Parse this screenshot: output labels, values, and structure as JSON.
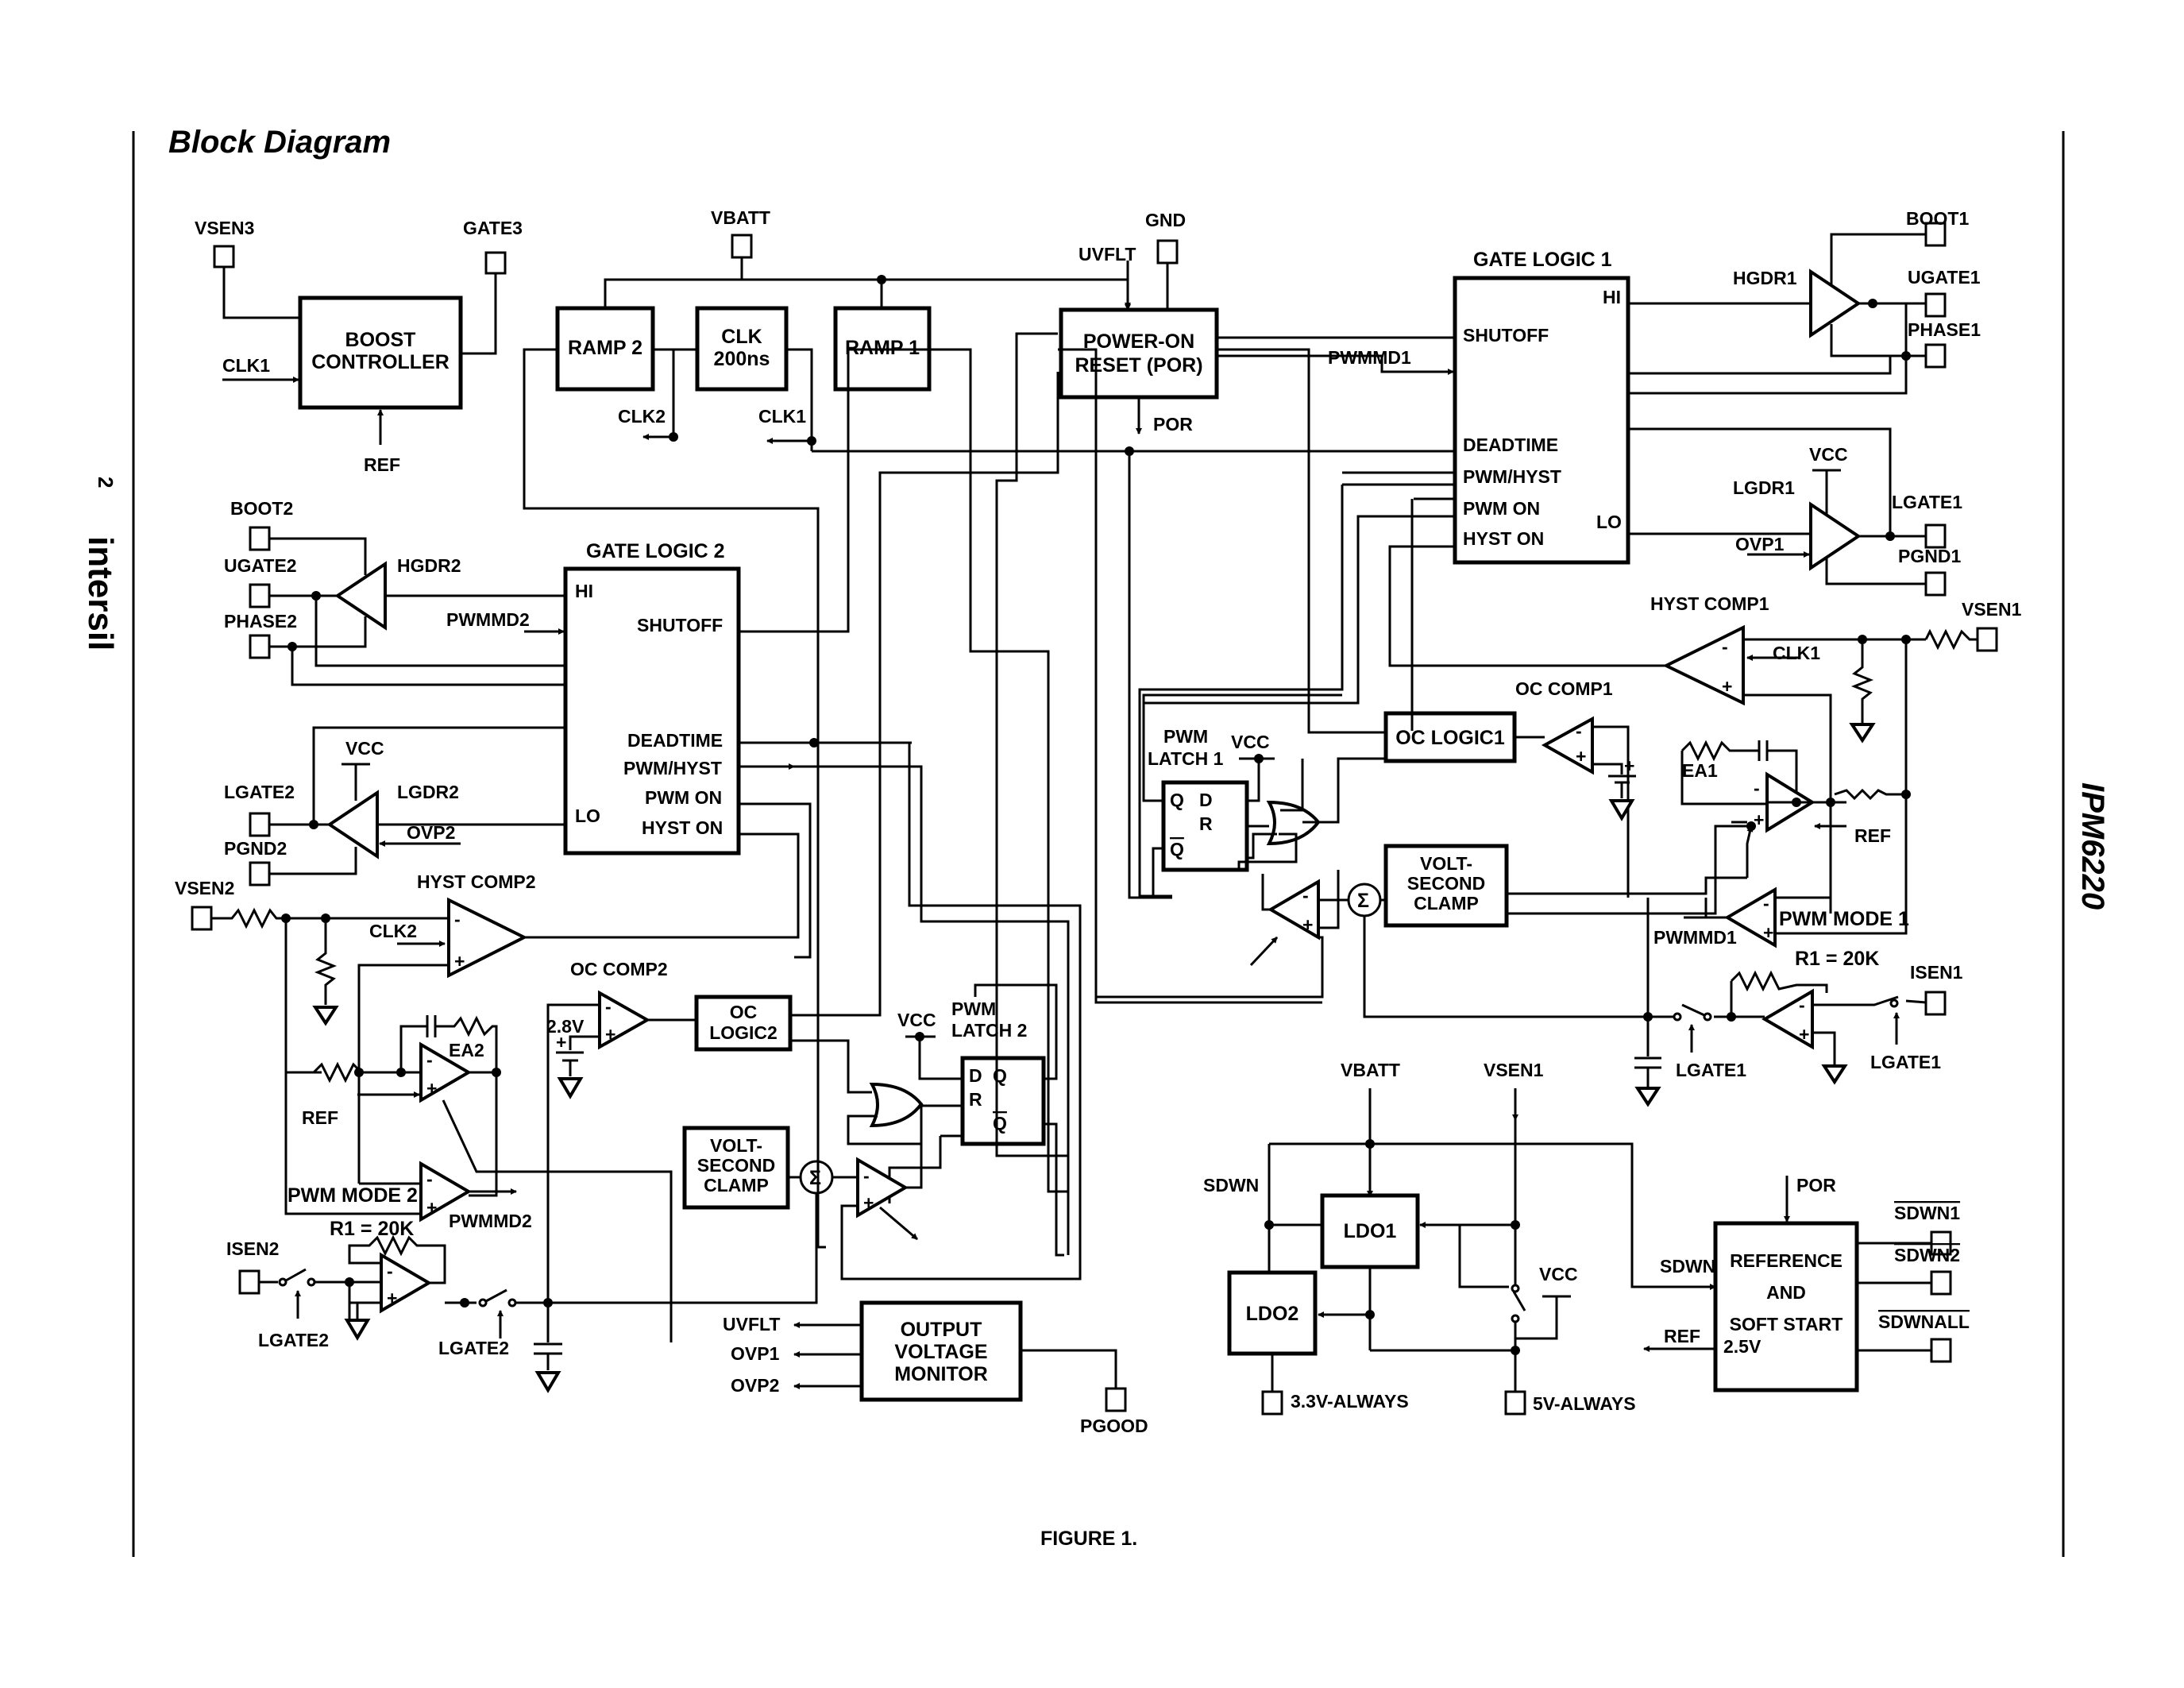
{
  "header": {
    "title": "Block Diagram",
    "page_number": "2",
    "brand": "intersil",
    "part_number": "IPM6220"
  },
  "caption": "FIGURE 1.",
  "blocks": {
    "boost": [
      "BOOST",
      "CONTROLLER"
    ],
    "ramp2": "RAMP 2",
    "clk": [
      "CLK",
      "200ns"
    ],
    "ramp1": "RAMP 1",
    "por": [
      "POWER-ON",
      "RESET (POR)"
    ],
    "gate_logic1": {
      "title": "GATE LOGIC 1",
      "hi": "HI",
      "shutoff": "SHUTOFF",
      "deadtime": "DEADTIME",
      "pwm_hyst": "PWM/HYST",
      "pwm_on": "PWM ON",
      "hyst_on": "HYST ON",
      "lo": "LO"
    },
    "gate_logic2": {
      "title": "GATE LOGIC 2",
      "hi": "HI",
      "shutoff": "SHUTOFF",
      "deadtime": "DEADTIME",
      "pwm_hyst": "PWM/HYST",
      "pwm_on": "PWM ON",
      "hyst_on": "HYST ON",
      "lo": "LO"
    },
    "oc_logic1": "OC LOGIC1",
    "oc_logic2": [
      "OC",
      "LOGIC2"
    ],
    "volt_clamp": [
      "VOLT-",
      "SECOND",
      "CLAMP"
    ],
    "output_monitor": [
      "OUTPUT",
      "VOLTAGE",
      "MONITOR"
    ],
    "ldo1": "LDO1",
    "ldo2": "LDO2",
    "reference": [
      "REFERENCE",
      "AND",
      "SOFT START"
    ],
    "latch": {
      "d": "D",
      "q": "Q",
      "r": "R",
      "qbar": "Q"
    }
  },
  "labels": {
    "vsen3": "VSEN3",
    "gate3": "GATE3",
    "clk1": "CLK1",
    "clk2": "CLK2",
    "ref": "REF",
    "vbatt": "VBATT",
    "gnd": "GND",
    "uvflt": "UVFLT",
    "por": "POR",
    "pwmmd1": "PWMMD1",
    "pwmmd2": "PWMMD2",
    "boot1": "BOOT1",
    "boot2": "BOOT2",
    "hgdr1": "HGDR1",
    "hgdr2": "HGDR2",
    "ugate1": "UGATE1",
    "ugate2": "UGATE2",
    "phase1": "PHASE1",
    "phase2": "PHASE2",
    "vcc": "VCC",
    "lgdr1": "LGDR1",
    "lgdr2": "LGDR2",
    "lgate1": "LGATE1",
    "lgate2": "LGATE2",
    "ovp1": "OVP1",
    "ovp2": "OVP2",
    "pgnd1": "PGND1",
    "pgnd2": "PGND2",
    "hyst_comp1": "HYST COMP1",
    "hyst_comp2": "HYST COMP2",
    "vsen1": "VSEN1",
    "vsen2": "VSEN2",
    "oc_comp1": "OC COMP1",
    "oc_comp2": "OC COMP2",
    "pwm_latch1": [
      "PWM",
      "LATCH 1"
    ],
    "pwm_latch2": [
      "PWM",
      "LATCH 2"
    ],
    "ea1": "EA1",
    "ea2": "EA2",
    "pwm_mode1": "PWM MODE 1",
    "pwm_mode2": "PWM MODE 2",
    "r1": "R1 = 20K",
    "isen1": "ISEN1",
    "isen2": "ISEN2",
    "v28": "2.8V",
    "pgood": "PGOOD",
    "sdwn": "SDWN",
    "v33": "3.3V-ALWAYS",
    "v5": "5V-ALWAYS",
    "sdwn1": "SDWN1",
    "sdwn2": "SDWN2",
    "sdwnall": "SDWNALL",
    "v25": "2.5V",
    "sigma": "Σ"
  }
}
